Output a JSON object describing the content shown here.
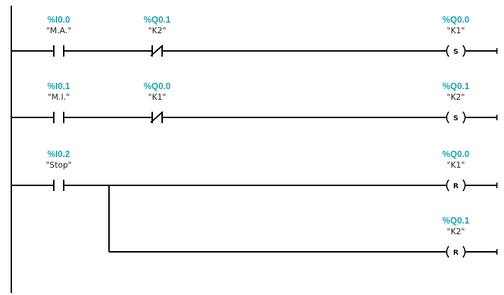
{
  "colors": {
    "address": "#1aa3b8",
    "tag": "#222222",
    "wire": "#000000"
  },
  "rungs": [
    {
      "elements": [
        {
          "kind": "contact-no",
          "address": "%I0.0",
          "tag": "\"M.A.\""
        },
        {
          "kind": "contact-nc",
          "address": "%Q0.1",
          "tag": "\"K2\""
        }
      ],
      "coils": [
        {
          "address": "%Q0.0",
          "tag": "\"K1\"",
          "letter": "S"
        }
      ]
    },
    {
      "elements": [
        {
          "kind": "contact-no",
          "address": "%I0.1",
          "tag": "\"M.I.\""
        },
        {
          "kind": "contact-nc",
          "address": "%Q0.0",
          "tag": "\"K1\""
        }
      ],
      "coils": [
        {
          "address": "%Q0.1",
          "tag": "\"K2\"",
          "letter": "S"
        }
      ]
    },
    {
      "elements": [
        {
          "kind": "contact-no",
          "address": "%I0.2",
          "tag": "\"Stop\""
        }
      ],
      "coils": [
        {
          "address": "%Q0.0",
          "tag": "\"K1\"",
          "letter": "R"
        },
        {
          "address": "%Q0.1",
          "tag": "\"K2\"",
          "letter": "R"
        }
      ]
    }
  ]
}
